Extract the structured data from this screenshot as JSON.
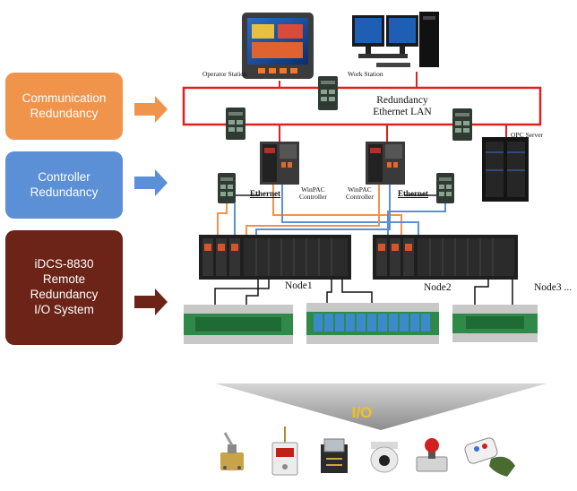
{
  "category_boxes": [
    {
      "text": "Communication\nRedundancy",
      "color": "#f0944c"
    },
    {
      "text": "Controller\nRedundancy",
      "color": "#5b8fd6"
    },
    {
      "text": "iDCS-8830\nRemote\nRedundancy\nI/O System",
      "color": "#6b2417"
    }
  ],
  "devices": {
    "operator_station": "Operator Station",
    "work_station": "Work Station",
    "opc_server": "OPC Server",
    "winpac_left": "WinPAC\nController",
    "winpac_right": "WinPAC\nController"
  },
  "network": {
    "lan_label": "Redundancy\nEthernet LAN",
    "ethernet_left": "Ethernet",
    "ethernet_right": "Ethernet"
  },
  "nodes": {
    "node1": "Node1",
    "node2": "Node2",
    "node3": "Node3 ..."
  },
  "io_label": "I/O",
  "io_devices": [
    "toggle-switch-icon",
    "counter-display-icon",
    "relay-icon",
    "dome-camera-icon",
    "warning-lamp-icon",
    "remote-control-icon"
  ],
  "colors": {
    "lan_ring": "#e02020",
    "orange": "#f0944c",
    "blue": "#5b8fd6",
    "maroon": "#6b2417",
    "io_text": "#f2c21a"
  }
}
